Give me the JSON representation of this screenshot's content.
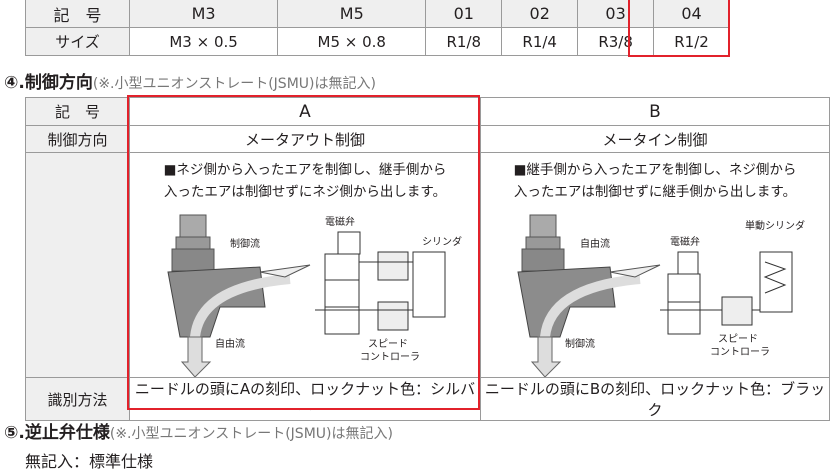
{
  "size_table": {
    "header_label": "記　号",
    "row_label": "サイズ",
    "codes": [
      "M3",
      "M5",
      "01",
      "02",
      "03",
      "04"
    ],
    "sizes": [
      "M3 × 0.5",
      "M5 × 0.8",
      "R1/8",
      "R1/4",
      "R3/8",
      "R1/2"
    ],
    "highlighted": "04",
    "highlight_color": "#e2212b"
  },
  "section4": {
    "title": "④.制御方向",
    "note": "(※.小型ユニオンストレート(JSMU)は無記入)"
  },
  "control_table": {
    "header_label": "記　号",
    "direction_label": "制御方向",
    "identify_label": "識別方法",
    "options": [
      {
        "code": "A",
        "direction": "メータアウト制御",
        "desc1": "■ネジ側から入ったエアを制御し、継手側から",
        "desc2": "入ったエアは制御せずにネジ側から出します。",
        "labels": {
          "controlled": "制御流",
          "free": "自由流",
          "valve": "電磁弁",
          "cylinder": "シリンダ",
          "sc1": "スピード",
          "sc2": "コントローラ"
        },
        "identify": "ニードルの頭にAの刻印、ロックナット色：シルバー"
      },
      {
        "code": "B",
        "direction": "メータイン制御",
        "desc1": "■継手側から入ったエアを制御し、ネジ側から",
        "desc2": "入ったエアは制御せずに継手側から出します。",
        "labels": {
          "controlled": "制御流",
          "free": "自由流",
          "valve": "電磁弁",
          "cylinder": "単動シリンダ",
          "sc1": "スピード",
          "sc2": "コントローラ"
        },
        "identify": "ニードルの頭にBの刻印、ロックナット色：ブラック"
      }
    ],
    "highlighted": "A"
  },
  "section5": {
    "title": "⑤.逆止弁仕様",
    "note": "(※.小型ユニオンストレート(JSMU)は無記入)",
    "line": "無記入：標準仕様"
  }
}
